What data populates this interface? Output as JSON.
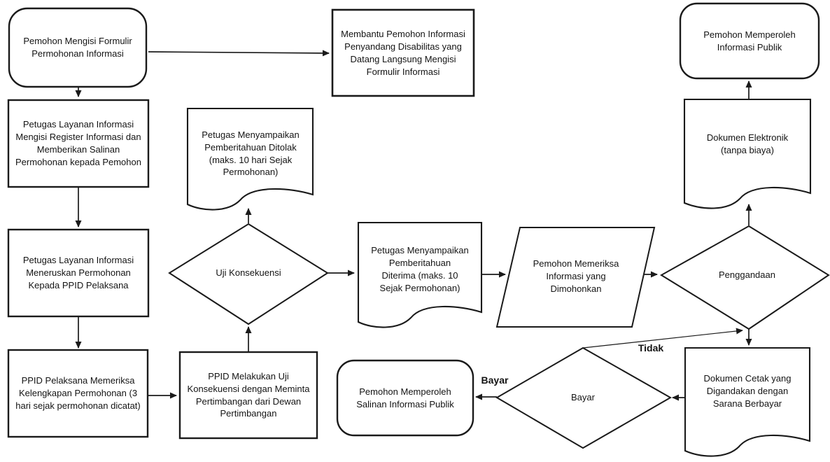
{
  "diagram": {
    "title": "Alur Permohonan Informasi Publik (PPID) flowchart",
    "colors": {
      "background": "#ffffff",
      "stroke": "#1a1a1a",
      "shape_fill": "#ffffff",
      "text": "#141414"
    },
    "nodes": {
      "pemohon_mengisi": {
        "type": "rounded-rect",
        "label": "Pemohon Mengisi Formulir Permohonan Informasi"
      },
      "petugas_register": {
        "type": "rect",
        "label": "Petugas Layanan Informasi Mengisi Register Informasi dan Memberikan Salinan Permohonan kepada Pemohon"
      },
      "petugas_meneruskan": {
        "type": "rect",
        "label": "Petugas Layanan Informasi Meneruskan Permohonan Kepada PPID Pelaksana"
      },
      "ppid_memeriksa": {
        "type": "rect",
        "label": "PPID Pelaksana Memeriksa Kelengkapan Permohonan (3 hari sejak permohonan dicatat)"
      },
      "ppid_uji": {
        "type": "rect",
        "label": "PPID Melakukan Uji Konsekuensi dengan Meminta Pertimbangan dari Dewan Pertimbangan"
      },
      "pemberitahuan_ditolak": {
        "type": "document",
        "label": "Petugas Menyampaikan Pemberitahuan Ditolak (maks. 10 hari Sejak Permohonan)"
      },
      "uji_konsekuensi": {
        "type": "decision",
        "label": "Uji Konsekuensi"
      },
      "pemberitahuan_diterima": {
        "type": "document",
        "label": "Petugas Menyampaikan Pemberitahuan Diterima (maks. 10 Sejak Permohonan)"
      },
      "membantu_disabilitas": {
        "type": "rect",
        "label": "Membantu Pemohon Informasi Penyandang Disabilitas yang Datang Langsung Mengisi Formulir Informasi"
      },
      "pemohon_memeriksa": {
        "type": "parallelogram",
        "label": "Pemohon Memeriksa Informasi yang Dimohonkan"
      },
      "penggandaan": {
        "type": "decision",
        "label": "Penggandaan"
      },
      "memperoleh_informasi": {
        "type": "rounded-rect",
        "label": "Pemohon Memperoleh Informasi Publik"
      },
      "dokumen_elektronik": {
        "type": "document",
        "label": "Dokumen Elektronik (tanpa biaya)"
      },
      "dokumen_cetak": {
        "type": "document",
        "label": "Dokumen Cetak yang Digandakan dengan Sarana Berbayar"
      },
      "bayar_decision": {
        "type": "decision",
        "label": "Bayar"
      },
      "memperoleh_salinan": {
        "type": "rounded-rect",
        "label": "Pemohon Memperoleh Salinan Informasi Publik"
      }
    },
    "edge_labels": {
      "tidak": "Tidak",
      "bayar": "Bayar"
    }
  }
}
